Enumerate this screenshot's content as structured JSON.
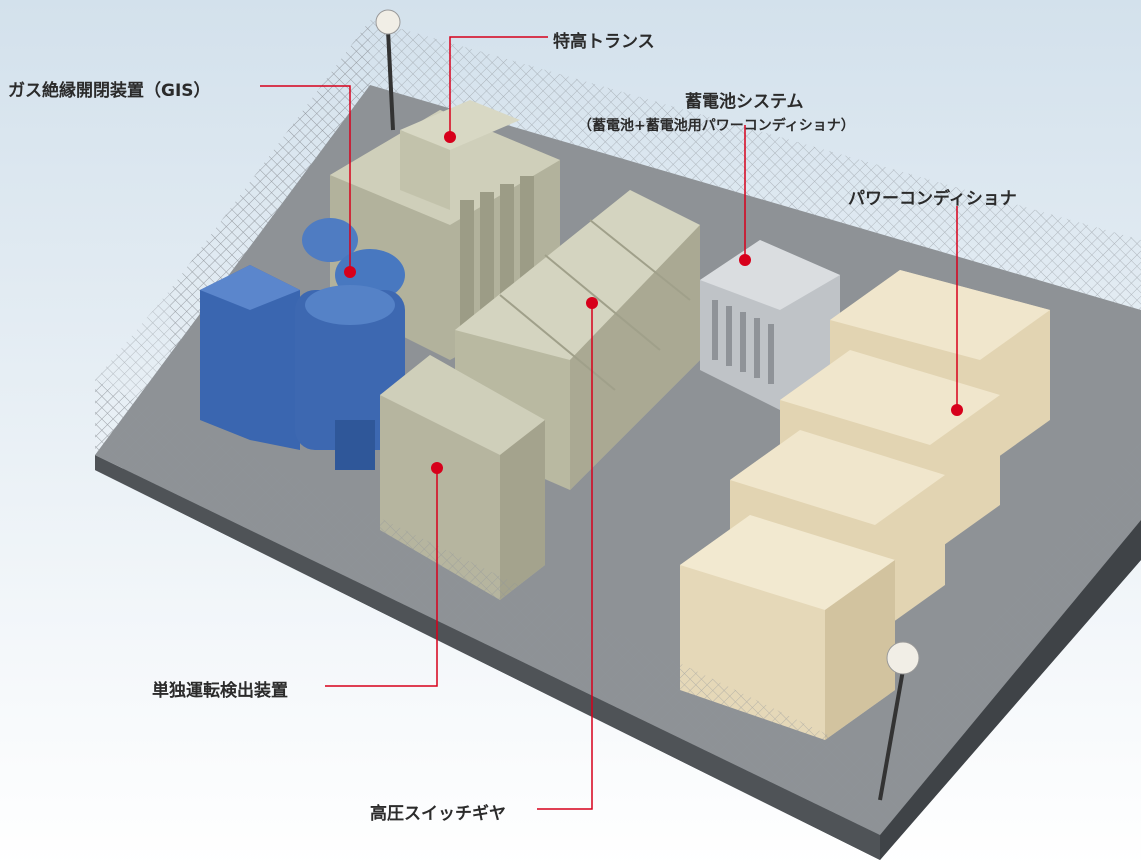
{
  "labels": {
    "gis": "ガス絶縁開閉装置（GIS）",
    "transformer": "特高トランス",
    "battery_title": "蓄電池システム",
    "battery_sub": "（蓄電池+蓄電池用パワーコンディショナ）",
    "pcs": "パワーコンディショナ",
    "islanding": "単独運転検出装置",
    "switchgear": "高圧スイッチギヤ"
  },
  "colors": {
    "leader": "#d7001b",
    "fence": "#9aa0a6",
    "pad": "#8e9296",
    "gis": "#3f6fba",
    "equipment": "#c9c8b2",
    "pcs": "#e6d9bb",
    "battery": "#c8ccd0"
  }
}
